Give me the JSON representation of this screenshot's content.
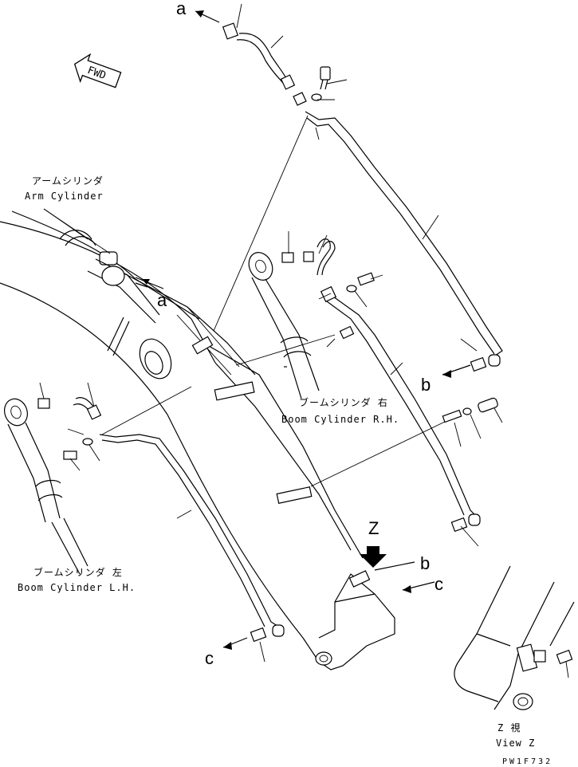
{
  "labels": {
    "a_top": "a",
    "a_mid": "a",
    "b_right": "b",
    "b_lower": "b",
    "c_right": "c",
    "c_bottom": "c",
    "z": "Z",
    "fwd": "FWD",
    "arm_cylinder_jp": "アームシリンダ",
    "arm_cylinder_en": "Arm Cylinder",
    "boom_rh_jp": "ブームシリンダ 右",
    "boom_rh_en": "Boom Cylinder R.H.",
    "boom_lh_jp": "ブームシリンダ 左",
    "boom_lh_en": "Boom Cylinder L.H.",
    "view_z_jp": "Z 視",
    "view_z_en": "View Z",
    "drawing_code": "PW1F732"
  },
  "icons": {
    "direction": "fwd-arrow-icon"
  }
}
